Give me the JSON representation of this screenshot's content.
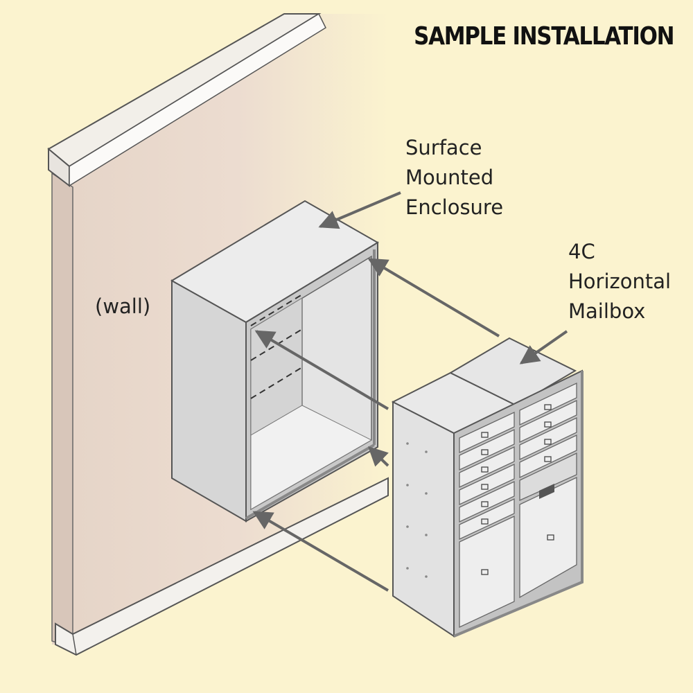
{
  "title": "SAMPLE INSTALLATION",
  "labels": {
    "wall": "(wall)",
    "enclosure": [
      "Surface",
      "Mounted",
      "Enclosure"
    ],
    "mailbox": [
      "4C",
      "Horizontal",
      "Mailbox"
    ]
  },
  "colors": {
    "background": "#fbf3cf",
    "wall": "#e8d9cc",
    "metal": "#dcdcdc",
    "outline": "#666666"
  }
}
